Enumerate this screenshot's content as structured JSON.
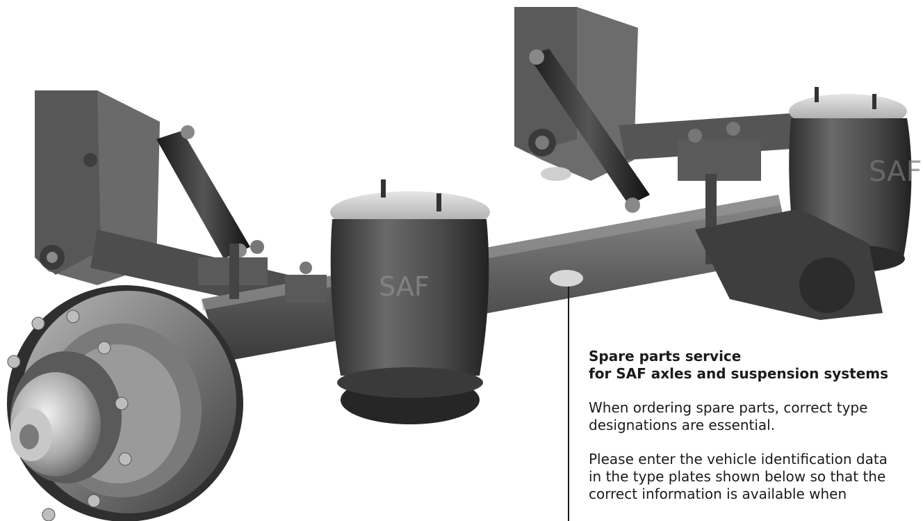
{
  "figure": {
    "brand_mark": "SAF",
    "accent_color": "#6f6f6f"
  },
  "service": {
    "heading_line1": "Spare parts service",
    "heading_line2": "for SAF axles and suspension systems",
    "para1_line1": "When ordering spare parts, correct type",
    "para1_line2": "designations are essential.",
    "para2_line1": "Please enter the vehicle identification data",
    "para2_line2": "in the type plates shown below so that the",
    "para2_line3": "correct information is available when"
  }
}
